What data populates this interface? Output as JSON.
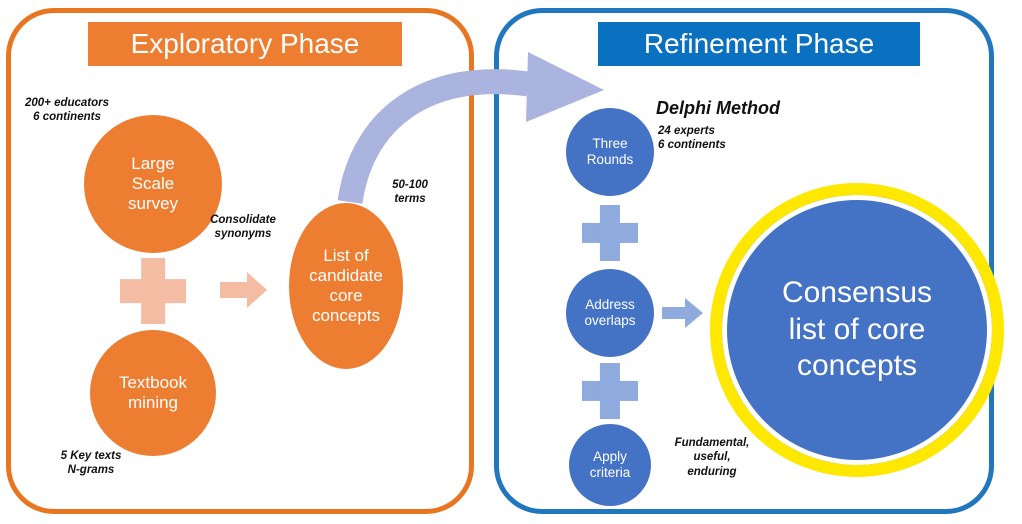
{
  "exploratory": {
    "title": "Exploratory Phase",
    "survey_note": "200+ educators\n6 continents",
    "survey_circle": "Large\nScale\nsurvey",
    "mining_circle": "Textbook\nmining",
    "mining_note": "5 Key texts\nN-grams",
    "arrow_label": "Consolidate\nsynonyms",
    "candidate_ellipse": "List of\ncandidate\ncore\nconcepts",
    "terms_note": "50-100\nterms"
  },
  "refinement": {
    "title": "Refinement Phase",
    "method_title": "Delphi Method",
    "method_note": "24 experts\n6 continents",
    "rounds_circle": "Three\nRounds",
    "overlaps_circle": "Address\noverlaps",
    "criteria_circle": "Apply\ncriteria",
    "criteria_note": "Fundamental,\nuseful,\nenduring",
    "consensus_circle": "Consensus\nlist of core\nconcepts"
  },
  "colors": {
    "orange": "#ED7D31",
    "orange_border": "#E8751F",
    "salmon_accent": "#F5BCA4",
    "blue_header": "#0A70C0",
    "blue_border": "#2077BE",
    "blue_circle": "#4472C4",
    "light_blue_accent": "#8FAADC",
    "periwinkle_arrow": "#AAB4DE",
    "yellow_ring": "#FFE800"
  }
}
